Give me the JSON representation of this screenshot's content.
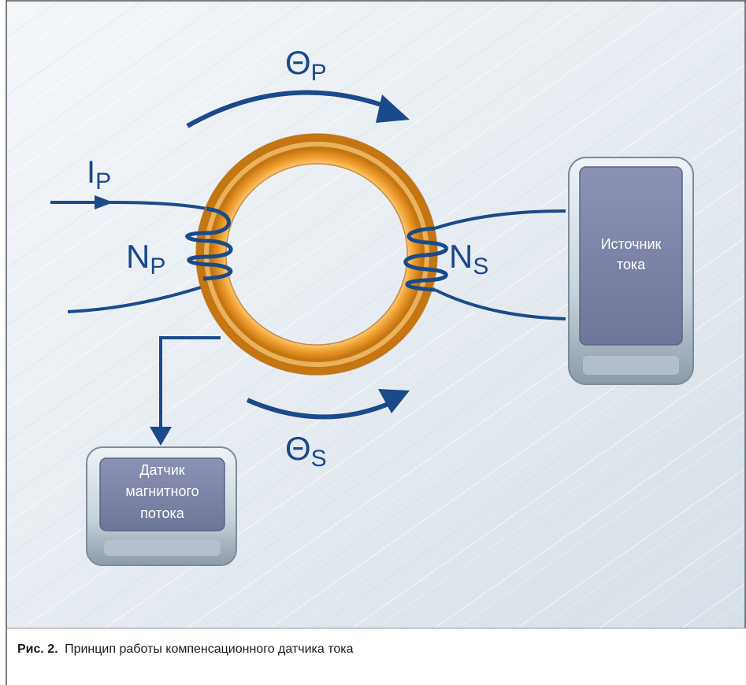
{
  "diagram": {
    "labels": {
      "theta_p": "Θ",
      "theta_p_sub": "P",
      "theta_s": "Θ",
      "theta_s_sub": "S",
      "i_p": "I",
      "i_p_sub": "P",
      "n_p": "N",
      "n_p_sub": "P",
      "n_s": "N",
      "n_s_sub": "S"
    },
    "current_source": {
      "line1": "Источник",
      "line2": "тока"
    },
    "flux_sensor": {
      "line1": "Датчик",
      "line2": "магнитного",
      "line3": "потока"
    }
  },
  "caption": {
    "label": "Рис. 2.",
    "text": "Принцип работы компенсационного датчика тока"
  },
  "colors": {
    "wire": "#1b4a8a",
    "core": "#f0a030",
    "core_light": "#fcd28a",
    "box_face": "#7a82a6",
    "box_frame": "#c7d3dc",
    "background": "#e7edf2",
    "border": "#555555"
  }
}
